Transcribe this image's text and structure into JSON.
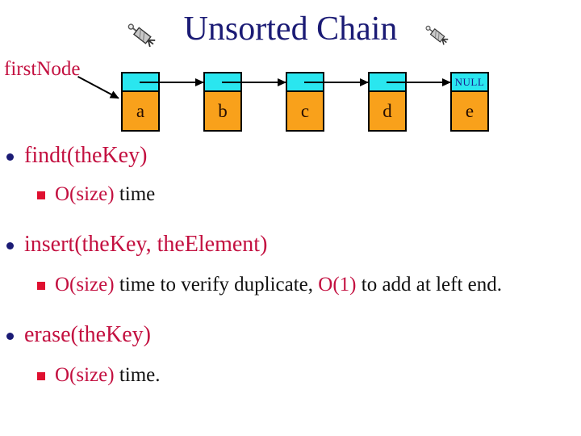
{
  "title": {
    "text": "Unsorted Chain"
  },
  "icons": {
    "title_left": "dart-clipart",
    "title_right": "dart-clipart"
  },
  "diagram": {
    "pointer_label": "firstNode",
    "null_label": "NULL",
    "nodes": [
      {
        "letter": "a"
      },
      {
        "letter": "b"
      },
      {
        "letter": "c"
      },
      {
        "letter": "d"
      },
      {
        "letter": "e"
      }
    ]
  },
  "bullets": [
    {
      "label": "findt(theKey)",
      "sub_red1": "O(size)",
      "sub_black1": " time"
    },
    {
      "label": "insert(theKey, theElement)",
      "sub_red1": "O(size)",
      "sub_black1": " time to verify duplicate, ",
      "sub_red2": "O(1)",
      "sub_black2": " to add at left end."
    },
    {
      "label": "erase(theKey)",
      "sub_red1": "O(size)",
      "sub_black1": " time."
    }
  ],
  "colors": {
    "title_navy": "#1b1b75",
    "accent_crimson": "#c31040",
    "node_pointer_cyan": "#2ae6ef",
    "node_data_orange": "#f9a11b",
    "sub_bullet_red": "#df1030",
    "body_black": "#111111"
  }
}
